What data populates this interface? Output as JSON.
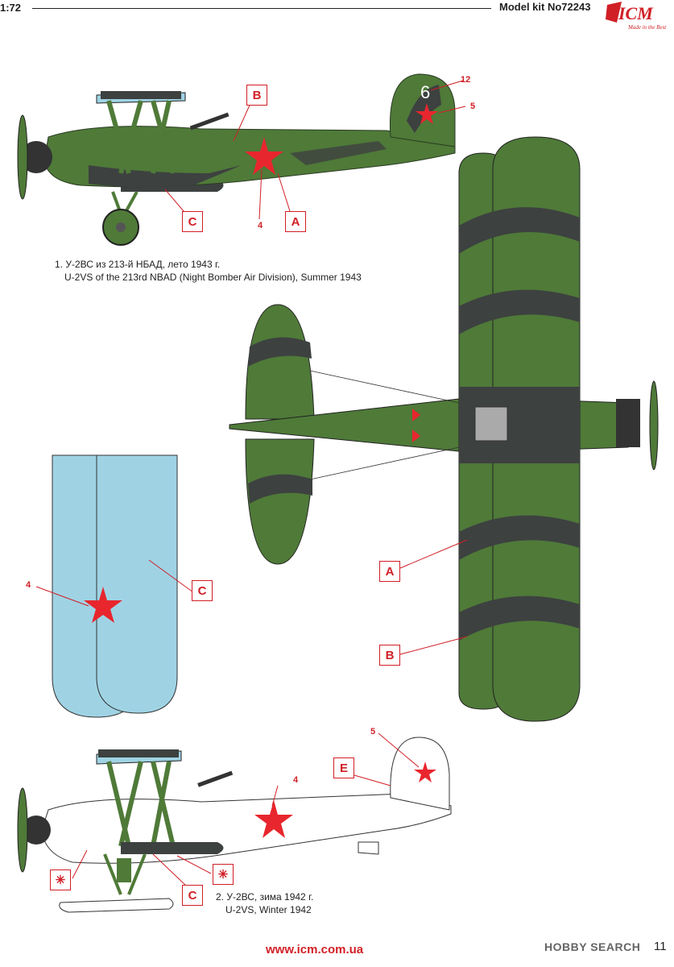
{
  "header": {
    "scale": "1:72",
    "kit": "Model kit No72243",
    "logo_text": "ICM",
    "logo_tagline": "Made in the Best"
  },
  "captions": {
    "scheme1_ru": "1. У-2ВС из 213-й НБАД, лето 1943 г.",
    "scheme1_en": "U-2VS of the 213rd NBAD (Night Bomber Air Division), Summer 1943",
    "scheme2_ru": "2. У-2ВС, зима 1942 г.",
    "scheme2_en": "U-2VS, Winter 1942"
  },
  "callouts": {
    "a": "A",
    "b": "B",
    "c": "C",
    "e": "E",
    "star_mark": "✳",
    "n4": "4",
    "n5": "5",
    "n12": "12",
    "tail_number": "6"
  },
  "colors": {
    "green": "#4f7a38",
    "dark_grey": "#3d4140",
    "light_blue": "#9fd3e4",
    "red": "#e8262d",
    "callout_red": "#d11f26"
  },
  "footer": {
    "url": "www.icm.com.ua",
    "watermark": "HOBBY SEARCH",
    "page": "11"
  }
}
